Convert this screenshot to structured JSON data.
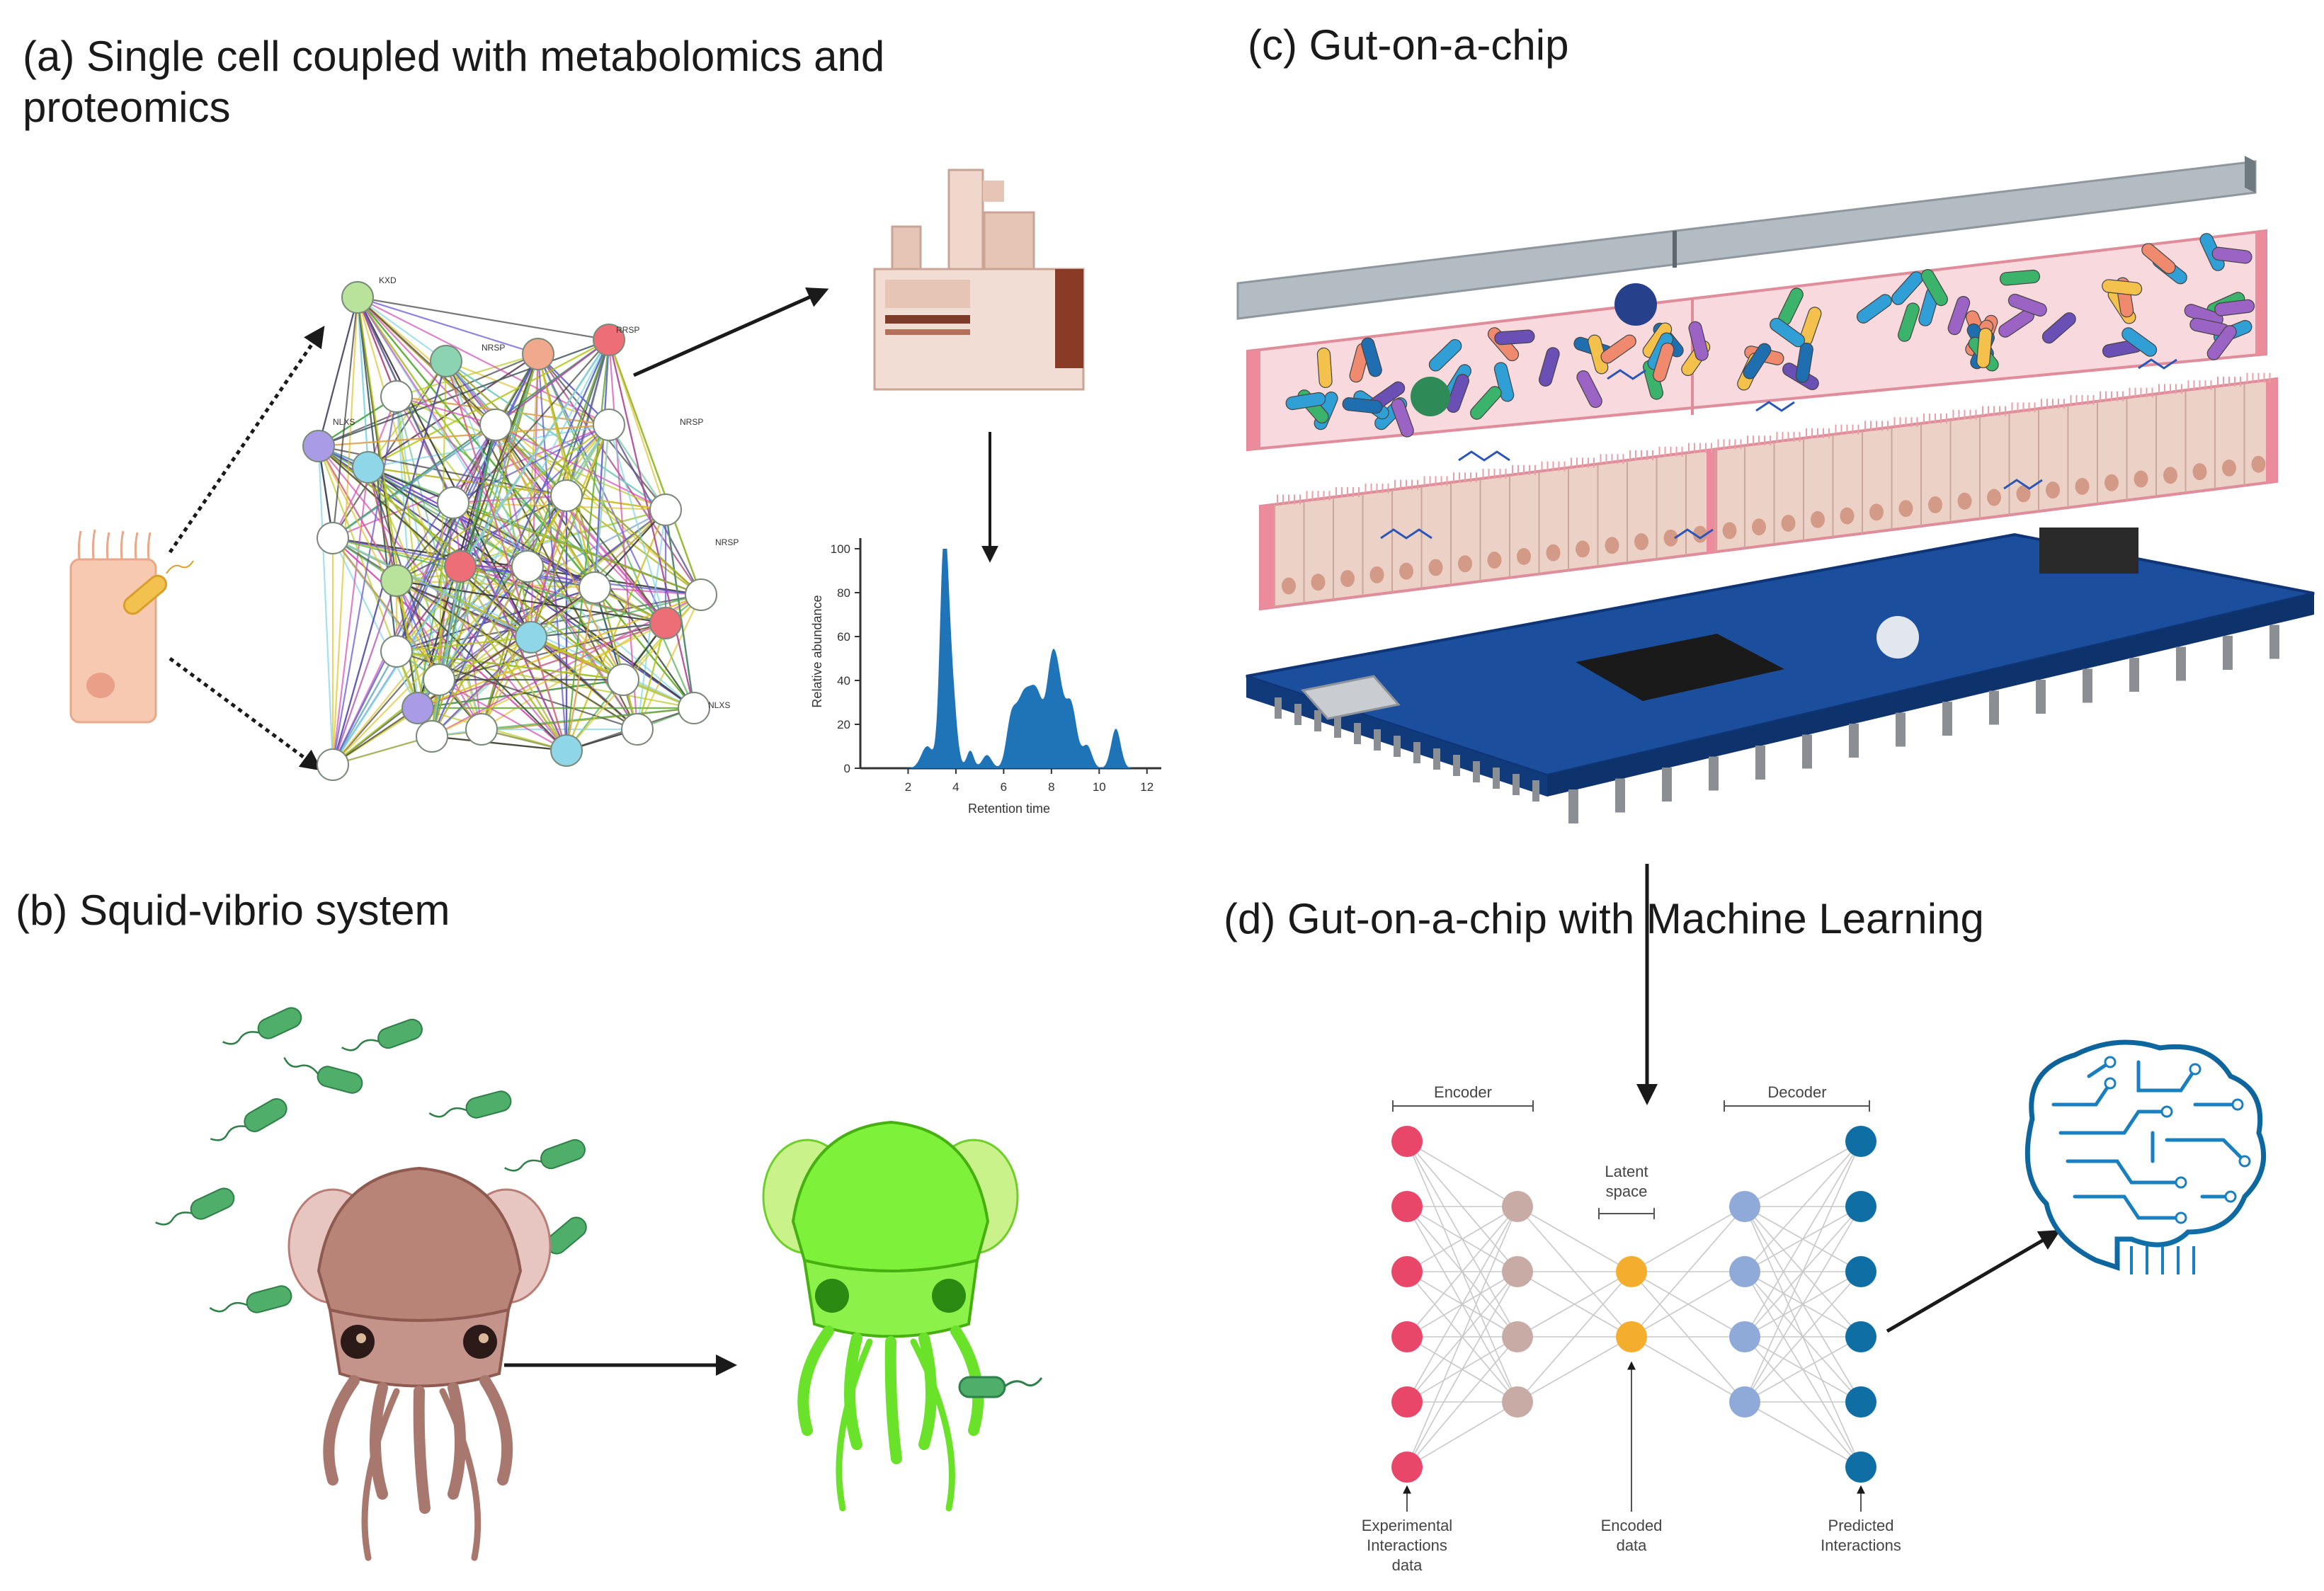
{
  "panels": {
    "a": {
      "title_line1": "(a) Single cell coupled with metabolomics and",
      "title_line2": "proteomics"
    },
    "b": {
      "title": "(b) Squid-vibrio system"
    },
    "c": {
      "title": "(c) Gut-on-a-chip"
    },
    "d": {
      "title": "(d) Gut-on-a-chip with Machine Learning"
    }
  },
  "chromatogram": {
    "ylabel": "Relative abundance",
    "xlabel": "Retention time",
    "y_ticks": [
      "0",
      "20",
      "40",
      "60",
      "80",
      "100"
    ],
    "x_ticks": [
      "2",
      "4",
      "6",
      "8",
      "10",
      "12"
    ],
    "color": "#1f74b8"
  },
  "network_nodes": [
    "KXD",
    "NRSP",
    "RRSP",
    "NRSP",
    "NLXS",
    "NRSP",
    "NLXS"
  ],
  "autoencoder": {
    "encoder_label": "Encoder",
    "decoder_label": "Decoder",
    "latent_label_line1": "Latent",
    "latent_label_line2": "space",
    "input_label": [
      "Experimental",
      "Interactions",
      "data"
    ],
    "encoded_label": [
      "Encoded",
      "data"
    ],
    "output_label": [
      "Predicted",
      "Interactions"
    ],
    "colors": {
      "input": "#e8476a",
      "hidden_enc": "#c9aba6",
      "latent": "#f5ad2e",
      "hidden_dec": "#8fa9d8",
      "output": "#0f6fa4"
    }
  }
}
